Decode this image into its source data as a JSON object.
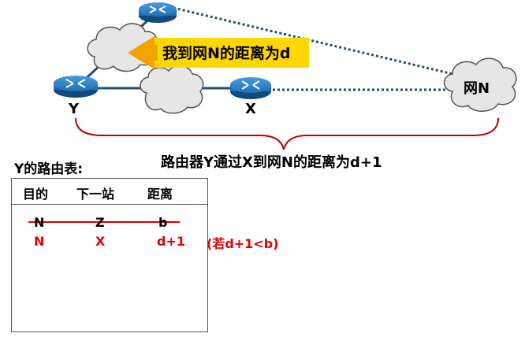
{
  "diagram": {
    "router_y_label": "Y",
    "router_x_label": "X",
    "network_label": "网N",
    "message_label": "我到网N的距离为d",
    "brace_caption": "路由器Y通过X到网N的距离为d+1"
  },
  "table": {
    "title": "Y的路由表:",
    "headers": [
      "目的",
      "下一站",
      "距离"
    ],
    "old_row": [
      "N",
      "Z",
      "b"
    ],
    "new_row": [
      "N",
      "X",
      "d+1"
    ],
    "condition": "(若d+1<b)"
  },
  "colors": {
    "router": "#1f6fb2",
    "router_dark": "#114a7d",
    "arrow_fill": "#ffd700",
    "arrow_head": "#f3a300",
    "dotted_line": "#1f4e79",
    "link_line": "#1f4e79",
    "brace": "#c00000",
    "red_text": "#e00000",
    "cloud_stroke": "#555555"
  },
  "icons": [
    "router-icon",
    "cloud-icon",
    "arrow-left-icon",
    "curly-brace-icon"
  ]
}
